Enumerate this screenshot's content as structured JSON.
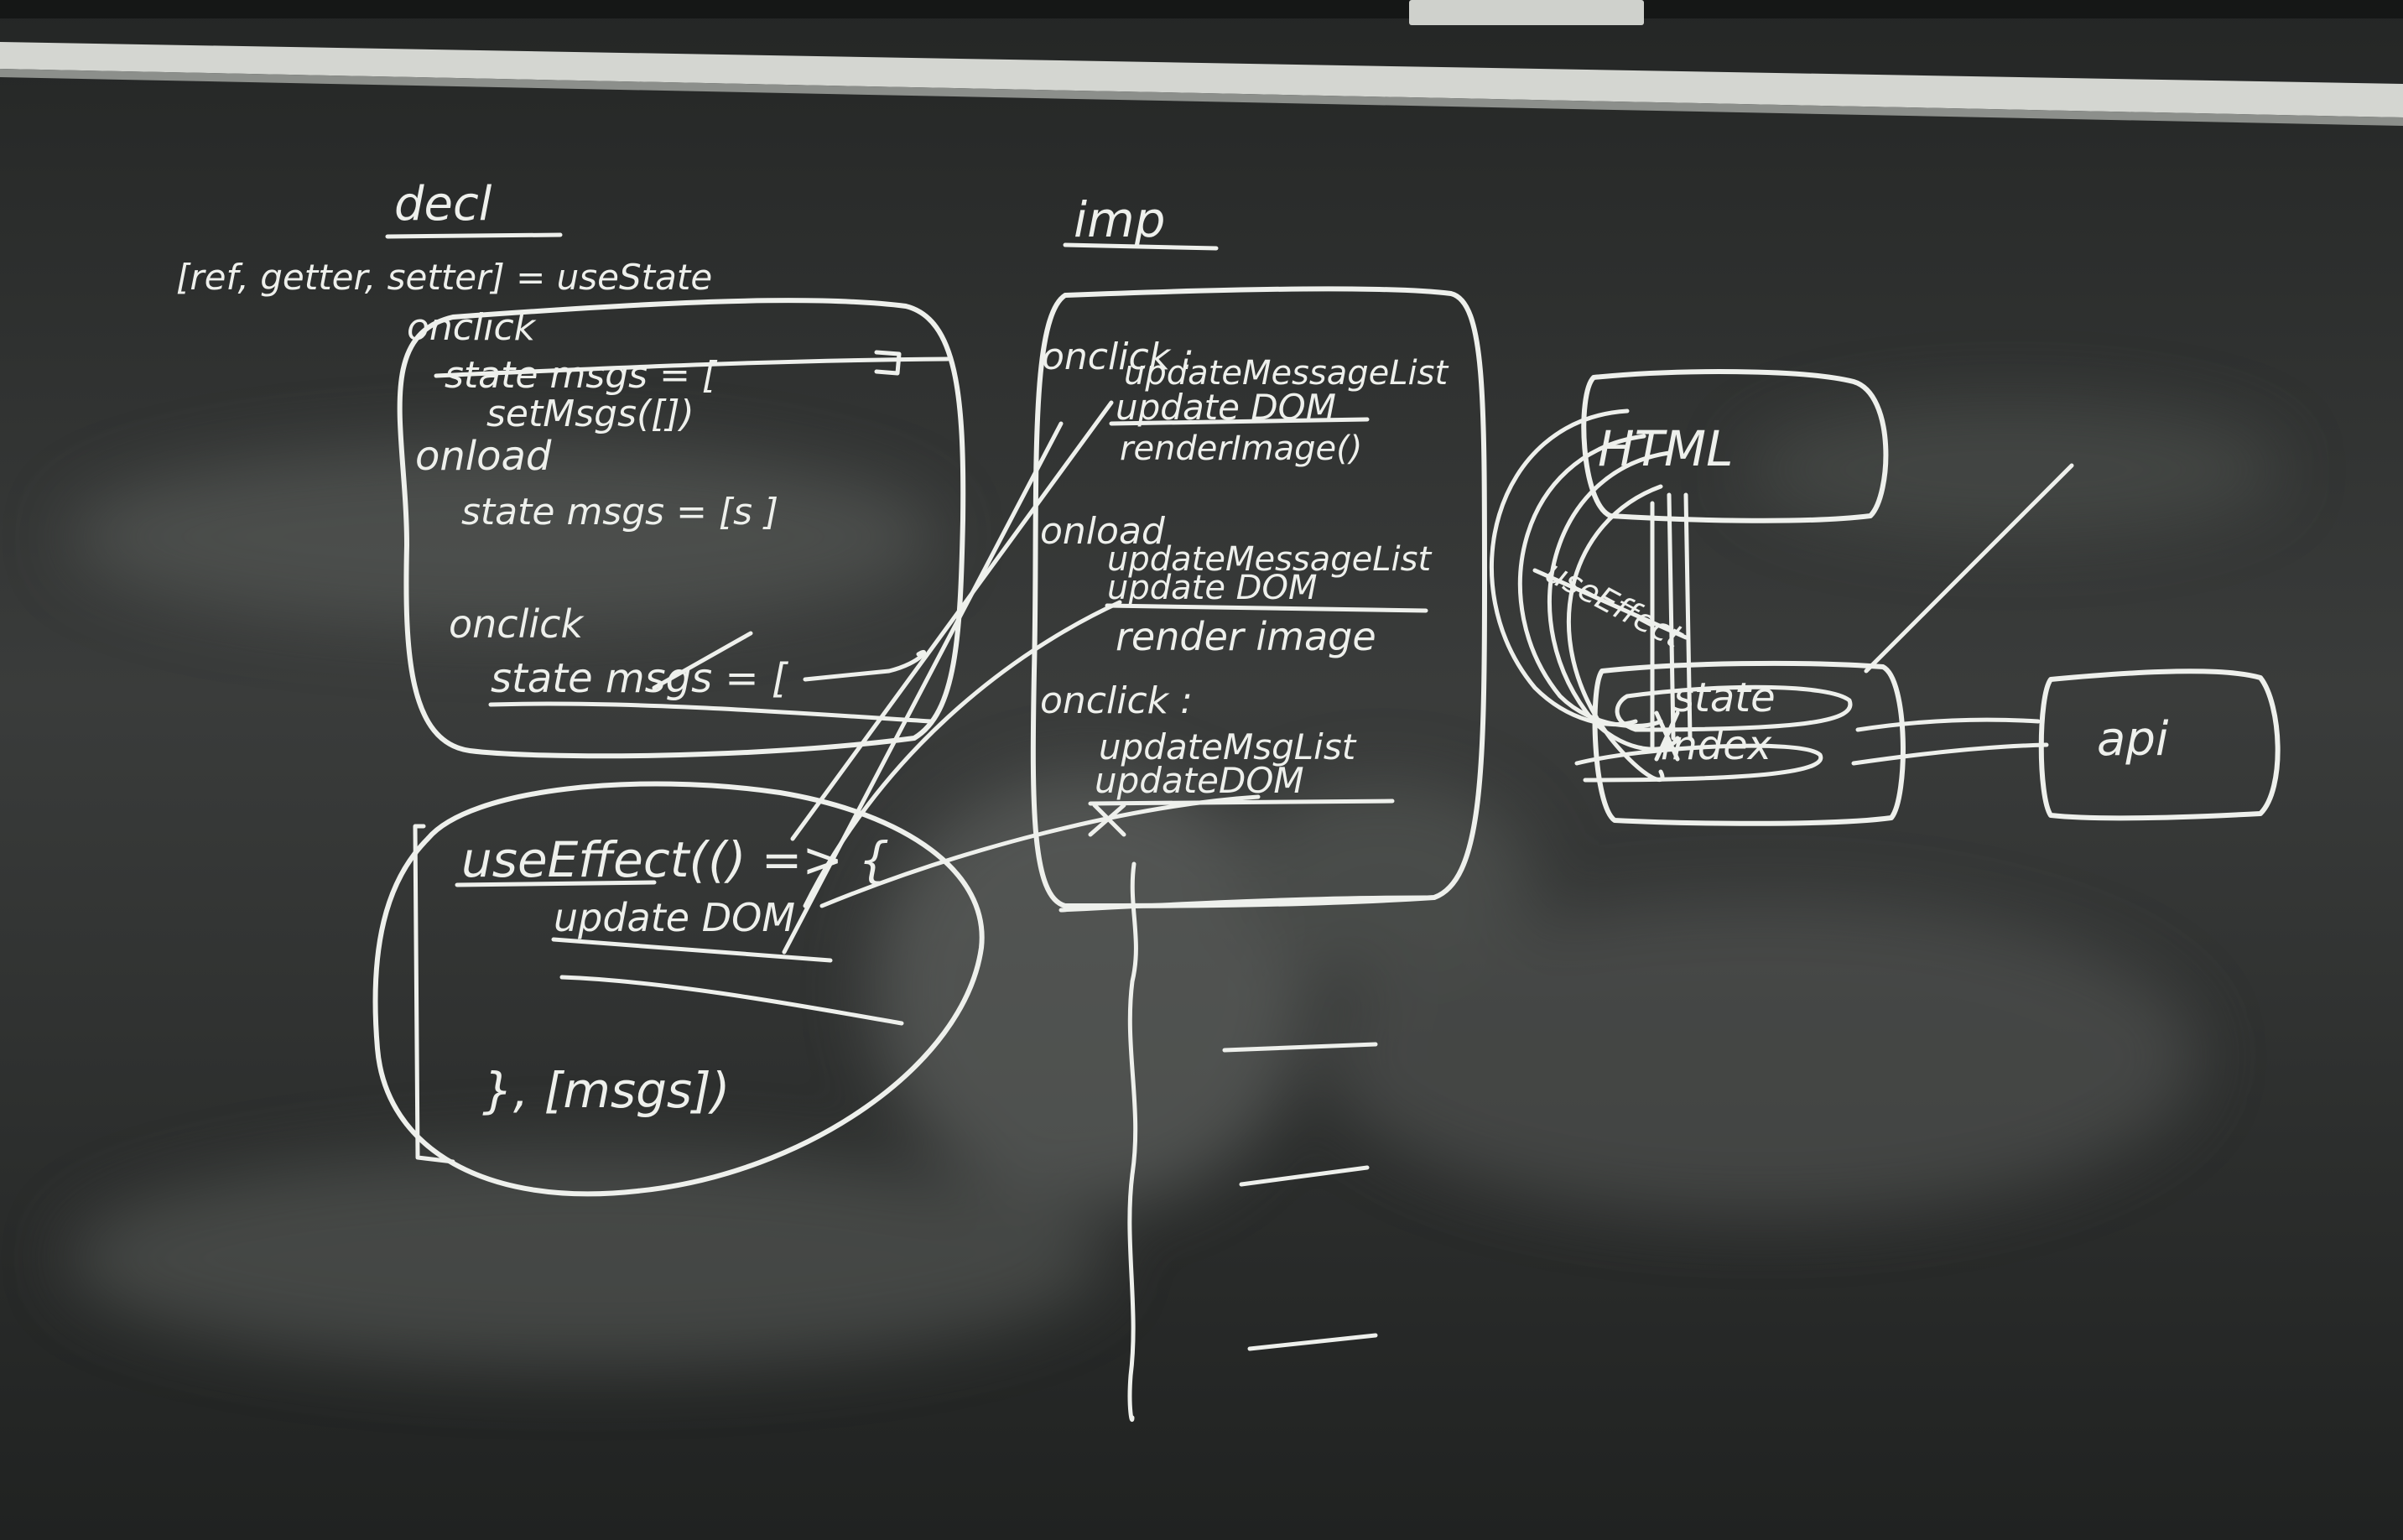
{
  "colors": {
    "board": "#2a2c2b",
    "chalk": "#eef0ec",
    "frame": "#c9cbc6",
    "smudge": "#6b6e6b"
  },
  "left_column": {
    "heading": "decl",
    "usestate_line": "[ref, getter, setter] = useState",
    "box": {
      "onclick_1": "onclick",
      "struck_1": "state msgs = [",
      "set_msgs": "setMsgs([])",
      "onload": "onload",
      "state_msgs": "state msgs = [s    ]",
      "onclick_2": "onclick",
      "struck_2": "state msgs = ["
    },
    "effect": {
      "open": "useEffect(() => {",
      "body": "update DOM",
      "close": "}, [msgs])"
    }
  },
  "middle_column": {
    "heading": "imp",
    "box": {
      "onclick_1": "onclick :",
      "update_list_1": "updateMessageList",
      "update_dom_1": "update DOM",
      "render_1": "renderImage()",
      "onload": "onload",
      "update_list_2": "updateMessageList",
      "update_dom_2": "update DOM",
      "render_2": "render image",
      "onclick_2": "onclick :",
      "update_list_3": "updateMsgList",
      "update_dom_3": "updateDOM"
    }
  },
  "right_diagram": {
    "html_label": "HTML",
    "use_effect_label": "useEffect",
    "state_label": "state",
    "index_label": "index",
    "api_label": "api"
  }
}
